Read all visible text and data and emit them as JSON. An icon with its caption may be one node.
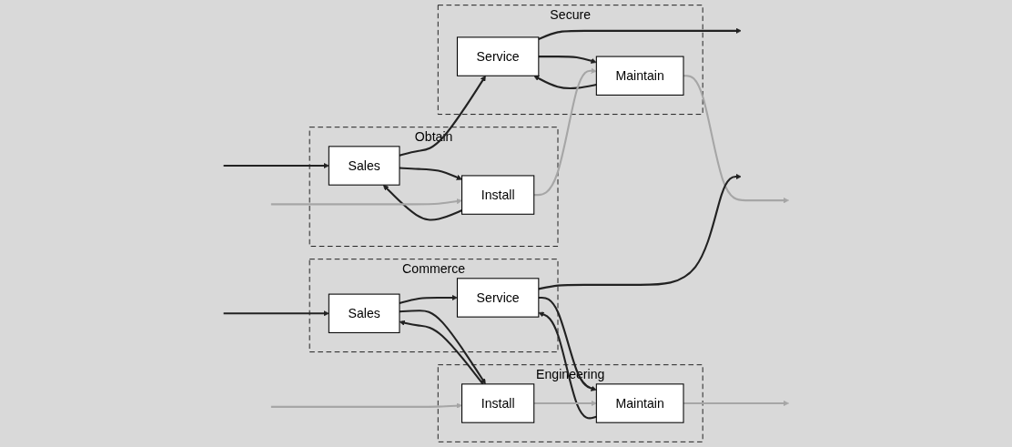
{
  "diagram": {
    "nodes": [
      {
        "text": [
          "Obtain"
        ]
      },
      {
        "text": [
          "Sales"
        ],
        "in": 0
      },
      {
        "text": [
          "Install"
        ],
        "in": 0
      },
      {
        "text": [
          "Secure"
        ]
      },
      {
        "text": [
          "Service"
        ],
        "in": 3
      },
      {
        "text": [
          "Maintain"
        ],
        "in": 3
      },
      {
        "text": [
          "Commerce"
        ]
      },
      {
        "text": [
          "Sales"
        ],
        "in": 6
      },
      {
        "text": [
          "Service"
        ],
        "in": 6
      },
      {
        "text": [
          "Engineering"
        ]
      },
      {
        "text": [
          "Install"
        ],
        "in": 9
      },
      {
        "text": [
          "Maintain"
        ],
        "in": 9
      }
    ],
    "edges": [
      {
        "from": null,
        "to": 1,
        "arrow": "to"
      },
      {
        "from": 1,
        "to": 4,
        "arrow": "to"
      },
      {
        "from": 4,
        "to": null,
        "arrow": "to"
      },
      {
        "from": 1,
        "to": 2,
        "arrow": "to"
      },
      {
        "from": 2,
        "to": 1,
        "arrow": "to"
      },
      {
        "from": 4,
        "to": 5,
        "arrow": "to"
      },
      {
        "from": 5,
        "to": 4,
        "arrow": "to"
      },
      {
        "from": null,
        "to": 2,
        "arrow": "to",
        "color": "#a6a6a6"
      },
      {
        "from": 2,
        "to": 5,
        "arrow": "to",
        "color": "#a6a6a6"
      },
      {
        "from": 5,
        "to": null,
        "arrow": "to",
        "color": "#a6a6a6"
      },
      {
        "from": null,
        "to": 7,
        "arrow": "to"
      },
      {
        "from": 7,
        "to": 8,
        "arrow": "to"
      },
      {
        "from": 8,
        "to": null,
        "arrow": "to"
      },
      {
        "from": 7,
        "to": 10,
        "arrow": "to"
      },
      {
        "from": 10,
        "to": 7,
        "arrow": "to"
      },
      {
        "from": 8,
        "to": 11,
        "arrow": "to"
      },
      {
        "from": 11,
        "to": 8,
        "arrow": "to"
      },
      {
        "from": null,
        "to": 10,
        "arrow": "to",
        "color": "#a6a6a6"
      },
      {
        "from": 10,
        "to": 11,
        "arrow": "to",
        "color": "#a6a6a6"
      },
      {
        "from": 11,
        "to": null,
        "arrow": "to",
        "color": "#a6a6a6"
      }
    ]
  }
}
